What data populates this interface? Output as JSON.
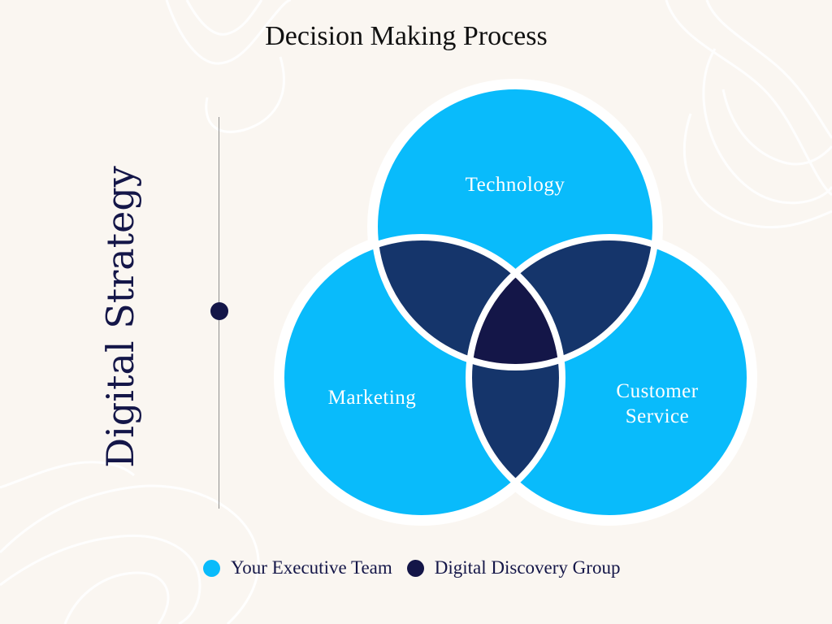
{
  "title": "Decision Making Process",
  "side_title": "Digital Strategy",
  "colors": {
    "background": "#faf6f1",
    "executive": "#09bbfb",
    "discovery": "#141648",
    "pair_overlap": "#15356b",
    "triple_overlap": "#141648",
    "ring": "#ffffff"
  },
  "venn": {
    "sets": [
      {
        "label": "Technology"
      },
      {
        "label": "Marketing"
      },
      {
        "label": "Customer\nService"
      }
    ]
  },
  "legend": [
    {
      "label": "Your Executive Team",
      "color": "#09bbfb"
    },
    {
      "label": "Digital Discovery Group",
      "color": "#141648"
    }
  ]
}
